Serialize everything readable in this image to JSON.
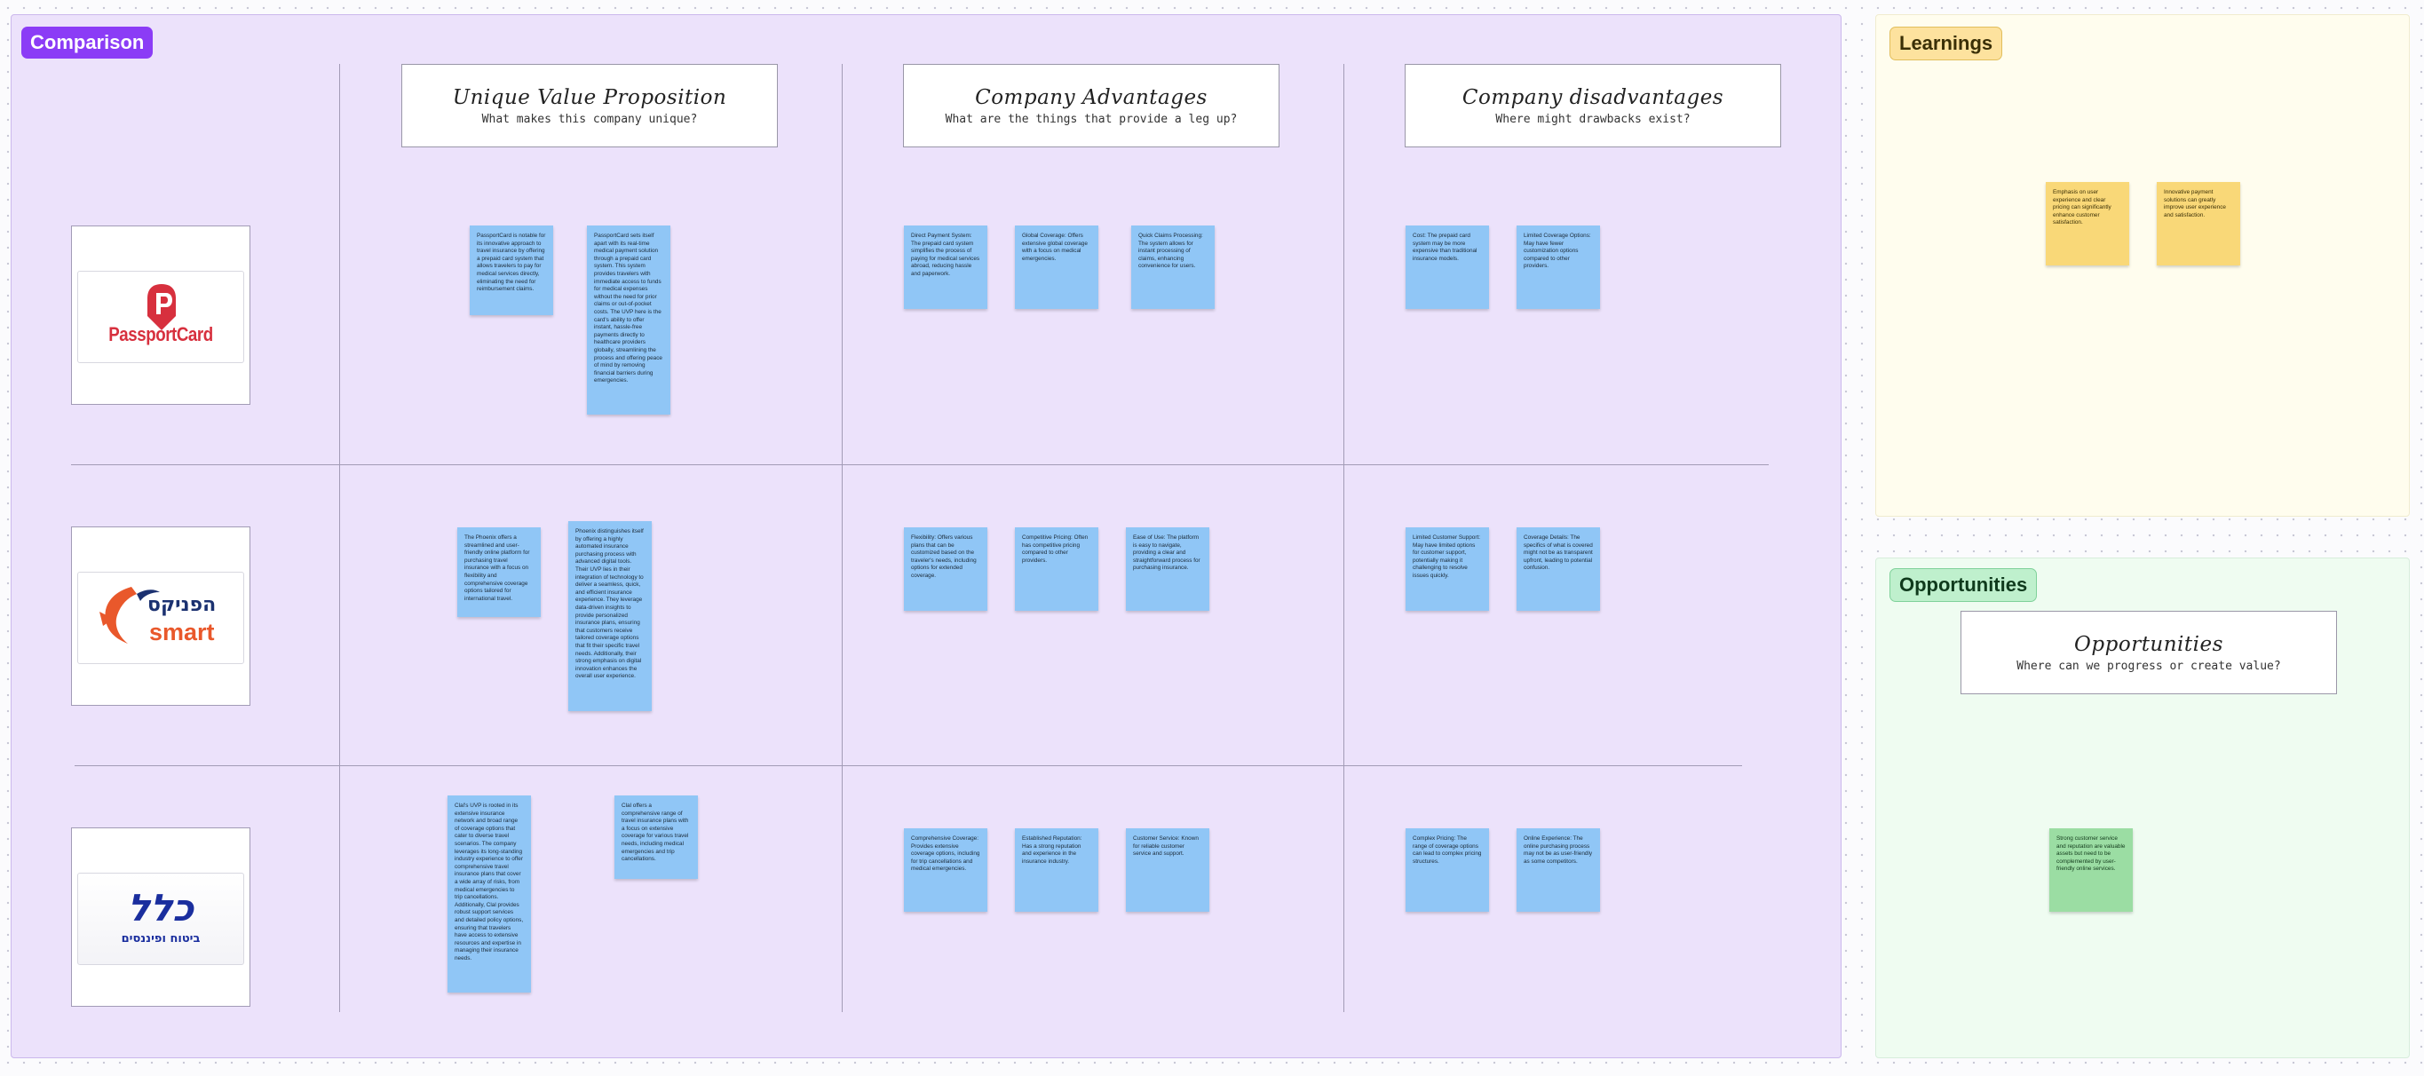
{
  "sections": {
    "comparison": "Comparison",
    "learnings": "Learnings",
    "opportunities": "Opportunities"
  },
  "columns": [
    {
      "title": "Unique Value Proposition",
      "subtitle": "What makes this company unique?"
    },
    {
      "title": "Company Advantages",
      "subtitle": "What are the things that provide a leg up?"
    },
    {
      "title": "Company disadvantages",
      "subtitle": "Where might drawbacks exist?"
    }
  ],
  "opportunities_card": {
    "title": "Opportunities",
    "subtitle": "Where can we progress or create value?"
  },
  "companies": [
    {
      "logo_text": "PassportCard",
      "brand_color": "#d7303e"
    },
    {
      "logo_text_hebrew": "הפניקס",
      "logo_text_latin": "smart",
      "brand_color": "#e9582b",
      "secondary_color": "#1b3170"
    },
    {
      "logo_text_hebrew": "כלל",
      "logo_subtext": "ביטוח ופיננסים",
      "brand_color": "#1a2e9e"
    }
  ],
  "notes": {
    "pc_uvp_1": "PassportCard is notable for its innovative approach to travel insurance by offering a prepaid card system that allows travelers to pay for medical services directly, eliminating the need for reimbursement claims.",
    "pc_uvp_2": "PassportCard sets itself apart with its real-time medical payment solution through a prepaid card system. This system provides travelers with immediate access to funds for medical expenses without the need for prior claims or out-of-pocket costs. The UVP here is the card's ability to offer instant, hassle-free payments directly to healthcare providers globally, streamlining the process and offering peace of mind by removing financial barriers during emergencies.",
    "pc_adv_1": "Direct Payment System: The prepaid card system simplifies the process of paying for medical services abroad, reducing hassle and paperwork.",
    "pc_adv_2": "Global Coverage: Offers extensive global coverage with a focus on medical emergencies.",
    "pc_adv_3": "Quick Claims Processing: The system allows for instant processing of claims, enhancing convenience for users.",
    "pc_dis_1": "Cost: The prepaid card system may be more expensive than traditional insurance models.",
    "pc_dis_2": "Limited Coverage Options: May have fewer customization options compared to other providers.",
    "ph_uvp_1": "The Phoenix offers a streamlined and user-friendly online platform for purchasing travel insurance with a focus on flexibility and comprehensive coverage options tailored for international travel.",
    "ph_uvp_2": "Phoenix distinguishes itself by offering a highly automated insurance purchasing process with advanced digital tools. Their UVP lies in their integration of technology to deliver a seamless, quick, and efficient insurance experience. They leverage data-driven insights to provide personalized insurance plans, ensuring that customers receive tailored coverage options that fit their specific travel needs. Additionally, their strong emphasis on digital innovation enhances the overall user experience.",
    "ph_adv_1": "Flexibility: Offers various plans that can be customized based on the traveler's needs, including options for extended coverage.",
    "ph_adv_2": "Competitive Pricing: Often has competitive pricing compared to other providers.",
    "ph_adv_3": "Ease of Use: The platform is easy to navigate, providing a clear and straightforward process for purchasing insurance.",
    "ph_dis_1": "Limited Customer Support: May have limited options for customer support, potentially making it challenging to resolve issues quickly.",
    "ph_dis_2": "Coverage Details: The specifics of what is covered might not be as transparent upfront, leading to potential confusion.",
    "cl_uvp_1": "Clal's UVP is rooted in its extensive insurance network and broad range of coverage options that cater to diverse travel scenarios. The company leverages its long-standing industry experience to offer comprehensive travel insurance plans that cover a wide array of risks, from medical emergencies to trip cancellations. Additionally, Clal provides robust support services and detailed policy options, ensuring that travelers have access to extensive resources and expertise in managing their insurance needs.",
    "cl_uvp_2": "Clal offers a comprehensive range of travel insurance plans with a focus on extensive coverage for various travel needs, including medical emergencies and trip cancellations.",
    "cl_adv_1": "Comprehensive Coverage: Provides extensive coverage options, including for trip cancellations and medical emergencies.",
    "cl_adv_2": "Established Reputation: Has a strong reputation and experience in the insurance industry.",
    "cl_adv_3": "Customer Service: Known for reliable customer service and support.",
    "cl_dis_1": "Complex Pricing: The range of coverage options can lead to complex pricing structures.",
    "cl_dis_2": "Online Experience: The online purchasing process may not be as user-friendly as some competitors.",
    "learn_1": "Emphasis on user experience and clear pricing can significantly enhance customer satisfaction.",
    "learn_2": "Innovative payment solutions can greatly improve user experience and satisfaction.",
    "opp_1": "Strong customer service and reputation are valuable assets but need to be complemented by user-friendly online services."
  }
}
